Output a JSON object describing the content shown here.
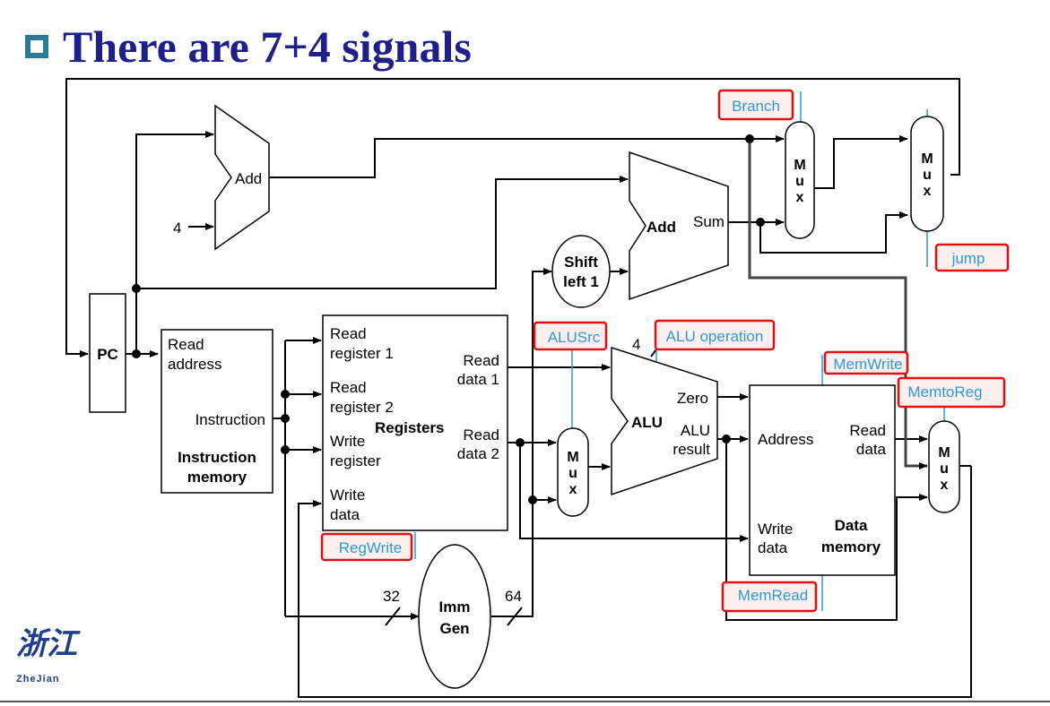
{
  "title": "There are 7+4 signals",
  "logo": {
    "chars": "浙江",
    "sub": "ZheJian"
  },
  "blocks": {
    "pc": "PC",
    "add_top": "Add",
    "const_four": "4",
    "add_branch": "Add",
    "sum": "Sum",
    "shift_line1": "Shift",
    "shift_line2": "left 1",
    "imem_read_address_1": "Read",
    "imem_read_address_2": "address",
    "imem_instruction": "Instruction",
    "imem_title_1": "Instruction",
    "imem_title_2": "memory",
    "reg_read1_a": "Read",
    "reg_read1_b": "register 1",
    "reg_read2_a": "Read",
    "reg_read2_b": "register 2",
    "reg_write_a": "Write",
    "reg_write_b": "register",
    "reg_wdata_a": "Write",
    "reg_wdata_b": "data",
    "reg_rdata1_a": "Read",
    "reg_rdata1_b": "data 1",
    "reg_rdata2_a": "Read",
    "reg_rdata2_b": "data 2",
    "reg_title": "Registers",
    "alu": "ALU",
    "alu_zero": "Zero",
    "alu_result_a": "ALU",
    "alu_result_b": "result",
    "alu_op_width": "4",
    "dmem_address": "Address",
    "dmem_read_a": "Read",
    "dmem_read_b": "data",
    "dmem_write_a": "Write",
    "dmem_write_b": "data",
    "dmem_title_a": "Data",
    "dmem_title_b": "memory",
    "imm_a": "Imm",
    "imm_b": "Gen",
    "bus_32": "32",
    "bus_64": "64",
    "mux_m": "M",
    "mux_u": "u",
    "mux_x": "x"
  },
  "signals": {
    "branch": "Branch",
    "jump": "jump",
    "alusrc": "ALUSrc",
    "alu_operation": "ALU operation",
    "memwrite": "MemWrite",
    "memtoreg": "MemtoReg",
    "regwrite": "RegWrite",
    "memread": "MemRead"
  },
  "colors": {
    "title": "#1f1f8a",
    "signal_text": "#2a9ad8",
    "signal_box": "#e01010",
    "wire": "#000000",
    "jump_wire": "#444444"
  }
}
